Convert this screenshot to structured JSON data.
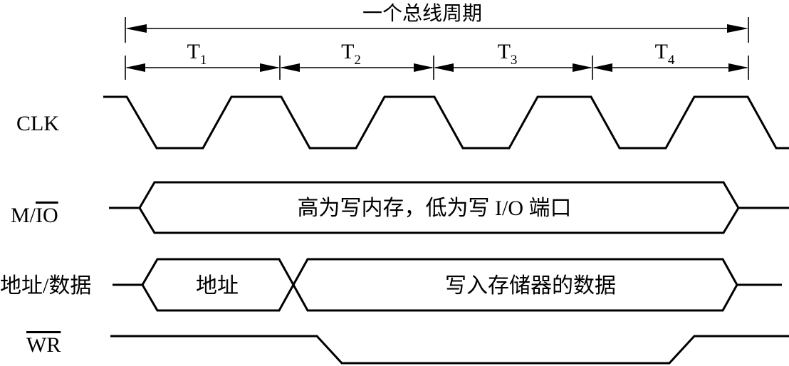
{
  "bus_cycle": {
    "title": "一个总线周期",
    "periods": [
      {
        "letter": "T",
        "sub": "1"
      },
      {
        "letter": "T",
        "sub": "2"
      },
      {
        "letter": "T",
        "sub": "3"
      },
      {
        "letter": "T",
        "sub": "4"
      }
    ]
  },
  "signals": {
    "clk": {
      "label": "CLK"
    },
    "mio": {
      "label_prefix": "M/",
      "label_overbar": "IO",
      "field_text": "高为写内存，低为写 I/O 端口"
    },
    "addr_data": {
      "label": "地址/数据",
      "address_text": "地址",
      "data_text": "写入存储器的数据"
    },
    "wr": {
      "label_overbar": "WR"
    }
  }
}
